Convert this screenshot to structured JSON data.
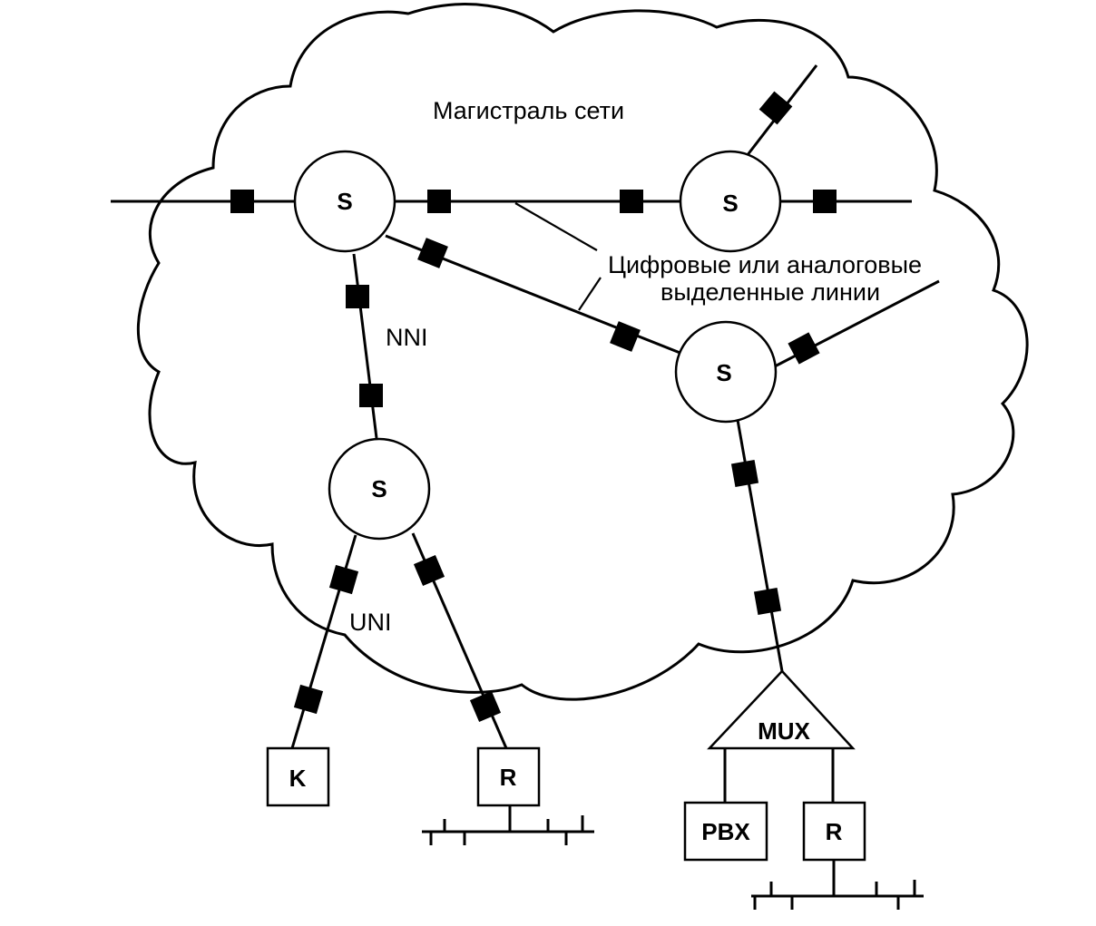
{
  "labels": {
    "backbone": "Магистраль сети",
    "leased_line_1": "Цифровые или аналоговые",
    "leased_line_2": "выделенные линии",
    "nni": "NNI",
    "uni": "UNI"
  },
  "nodes": {
    "s1": "S",
    "s2": "S",
    "s3": "S",
    "s4": "S",
    "k": "K",
    "r1": "R",
    "mux": "MUX",
    "pbx": "PBX",
    "r2": "R"
  },
  "colors": {
    "ink": "#000000",
    "background": "#ffffff"
  }
}
